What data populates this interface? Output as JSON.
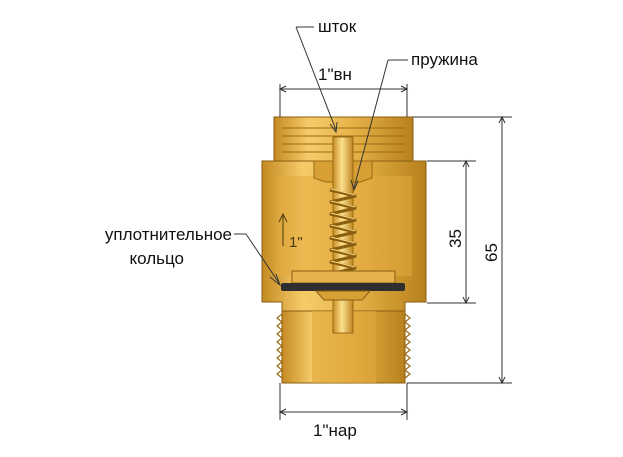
{
  "labels": {
    "stem": "шток",
    "spring": "пружина",
    "seal_ring_line1": "уплотнительное",
    "seal_ring_line2": "кольцо"
  },
  "dimensions": {
    "inner_thread": "1\"вн",
    "outer_thread": "1\"нар",
    "spring_chamber_height": "35",
    "total_height": "65",
    "flow_size": "1\""
  },
  "colors": {
    "brass_light": "#f2c55c",
    "brass_mid": "#e0a73a",
    "brass_dark": "#b07a18",
    "seal": "#2f2f2f",
    "leader_line": "#333333"
  }
}
